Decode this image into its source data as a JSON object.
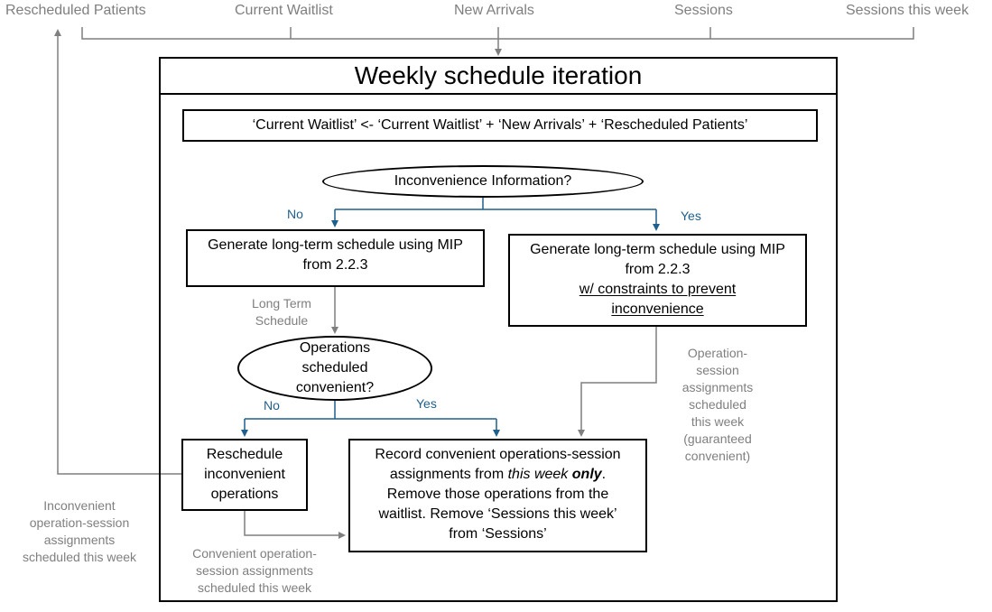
{
  "top_labels": {
    "rescheduled": "Rescheduled Patients",
    "current": "Current Waitlist",
    "arrivals": "New Arrivals",
    "sessions": "Sessions",
    "sessions_week": "Sessions this week"
  },
  "main": {
    "title": "Weekly schedule iteration",
    "update_rule": "‘Current Waitlist’ <- ‘Current Waitlist’ + ‘New Arrivals’ + ‘Rescheduled Patients’"
  },
  "decision1": {
    "label": "Inconvenience Information?",
    "no": "No",
    "yes": "Yes"
  },
  "left_gen": {
    "line1": "Generate long-term schedule using MIP",
    "line2": "from 2.2.3"
  },
  "right_gen": {
    "line1": "Generate long-term schedule using MIP",
    "line2": "from 2.2.3",
    "line3": "w/ constraints to prevent",
    "line4": "inconvenience"
  },
  "long_term": {
    "line1": "Long Term",
    "line2": "Schedule"
  },
  "decision2": {
    "line1": "Operations",
    "line2": "scheduled",
    "line3": "convenient?",
    "no": "No",
    "yes": "Yes"
  },
  "guaranteed": {
    "l1": "Operation-",
    "l2": "session",
    "l3": "assignments",
    "l4": "scheduled",
    "l5": "this week",
    "l6": "(guaranteed",
    "l7": "convenient)"
  },
  "reschedule_box": {
    "l1": "Reschedule",
    "l2": "inconvenient",
    "l3": "operations"
  },
  "record_box": {
    "l1a": "Record convenient operations-session",
    "l2a": "assignments from ",
    "l2b": "this week",
    "l2c": "only",
    "l2d": ".",
    "l3": "Remove those operations from the",
    "l4": "waitlist. Remove ‘Sessions this week’",
    "l5": "from ‘Sessions’"
  },
  "inconvenient_note": {
    "l1": "Inconvenient",
    "l2": "operation-session",
    "l3": "assignments",
    "l4": "scheduled this week"
  },
  "convenient_note": {
    "l1": "Convenient operation-",
    "l2": "session assignments",
    "l3": "scheduled this week"
  },
  "colors": {
    "gray_arrow": "#7f7f7f",
    "blue_arrow": "#1f5f8b",
    "box_border": "#000000"
  }
}
